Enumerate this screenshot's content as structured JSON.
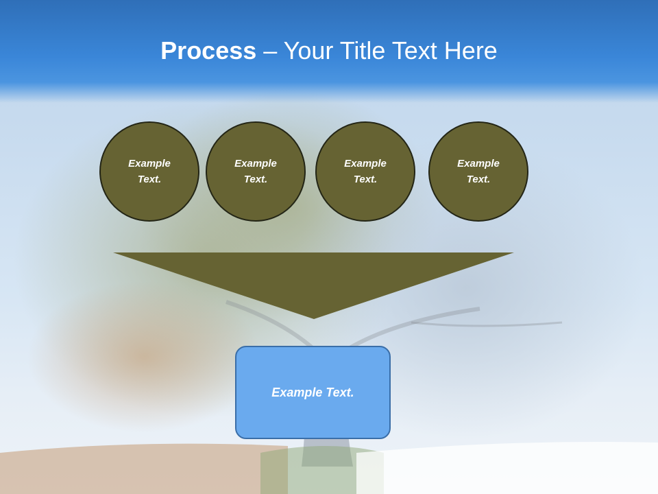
{
  "slide": {
    "title_bold": "Process",
    "title_rest": " – Your Title Text Here"
  },
  "process": {
    "inputs": [
      {
        "text": "Example Text."
      },
      {
        "text": "Example Text."
      },
      {
        "text": "Example Text."
      },
      {
        "text": "Example Text."
      }
    ],
    "output": {
      "text": "Example Text."
    }
  },
  "colors": {
    "header": "#3a86d8",
    "circle_fill": "#666333",
    "circle_border": "#232516",
    "funnel_fill": "#666333",
    "output_fill": "#6aaaee",
    "output_border": "#3a6ea8"
  }
}
